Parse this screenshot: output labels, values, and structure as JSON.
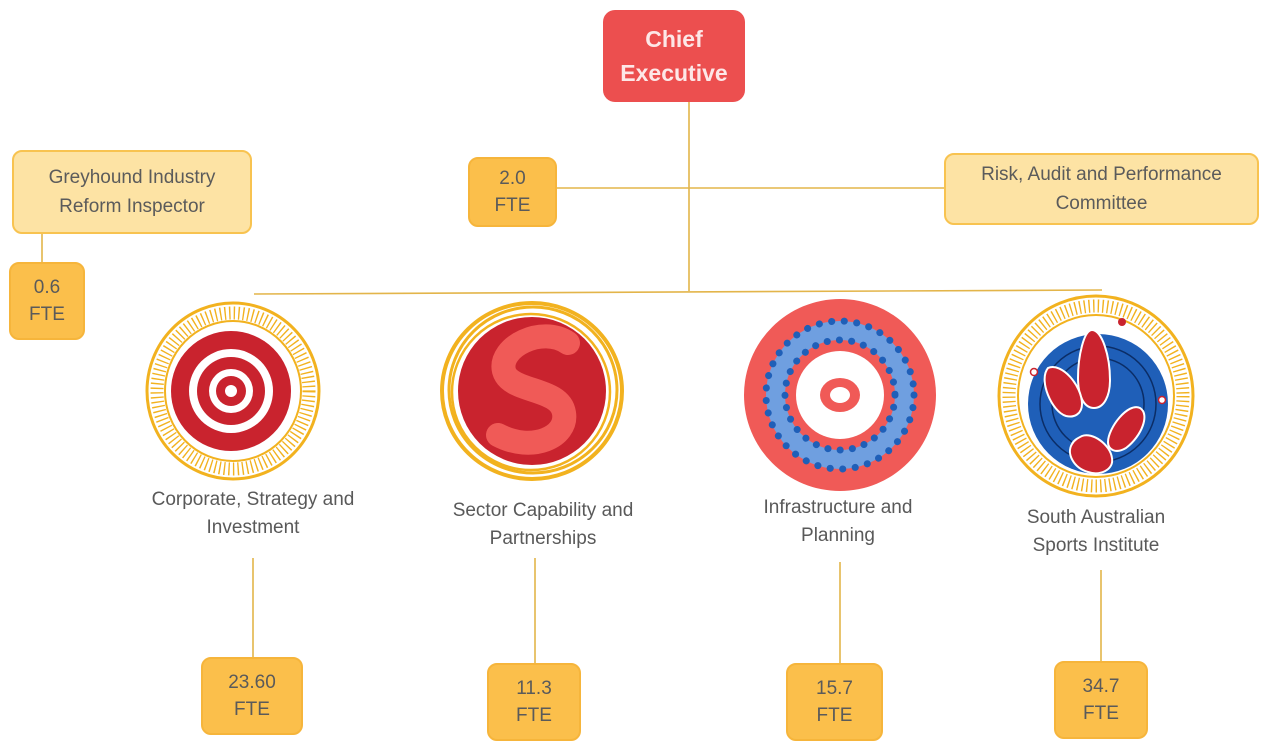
{
  "chief_executive": {
    "line1": "Chief",
    "line2": "Executive"
  },
  "ce_fte": {
    "value": "2.0",
    "unit": "FTE"
  },
  "greyhound": {
    "line1": "Greyhound Industry",
    "line2": "Reform Inspector",
    "fte_value": "0.6",
    "fte_unit": "FTE"
  },
  "risk_committee": {
    "line1": "Risk, Audit and Performance",
    "line2": "Committee"
  },
  "departments": [
    {
      "line1": "Corporate, Strategy and",
      "line2": "Investment",
      "fte_value": "23.60",
      "fte_unit": "FTE"
    },
    {
      "line1": "Sector Capability and",
      "line2": "Partnerships",
      "fte_value": "11.3",
      "fte_unit": "FTE"
    },
    {
      "line1": "Infrastructure and",
      "line2": "Planning",
      "fte_value": "15.7",
      "fte_unit": "FTE"
    },
    {
      "line1": "South Australian",
      "line2": "Sports Institute",
      "fte_value": "34.7",
      "fte_unit": "FTE"
    }
  ],
  "colors": {
    "chief_fill": "#ec4f4f",
    "pale_fill": "#fde3a4",
    "fte_fill": "#fbbf4b",
    "connector": "#e3b54a",
    "emblem_red": "#c9232e",
    "emblem_coral": "#f05a57",
    "emblem_blue": "#1f5fb8",
    "emblem_gold": "#f2b21f"
  }
}
